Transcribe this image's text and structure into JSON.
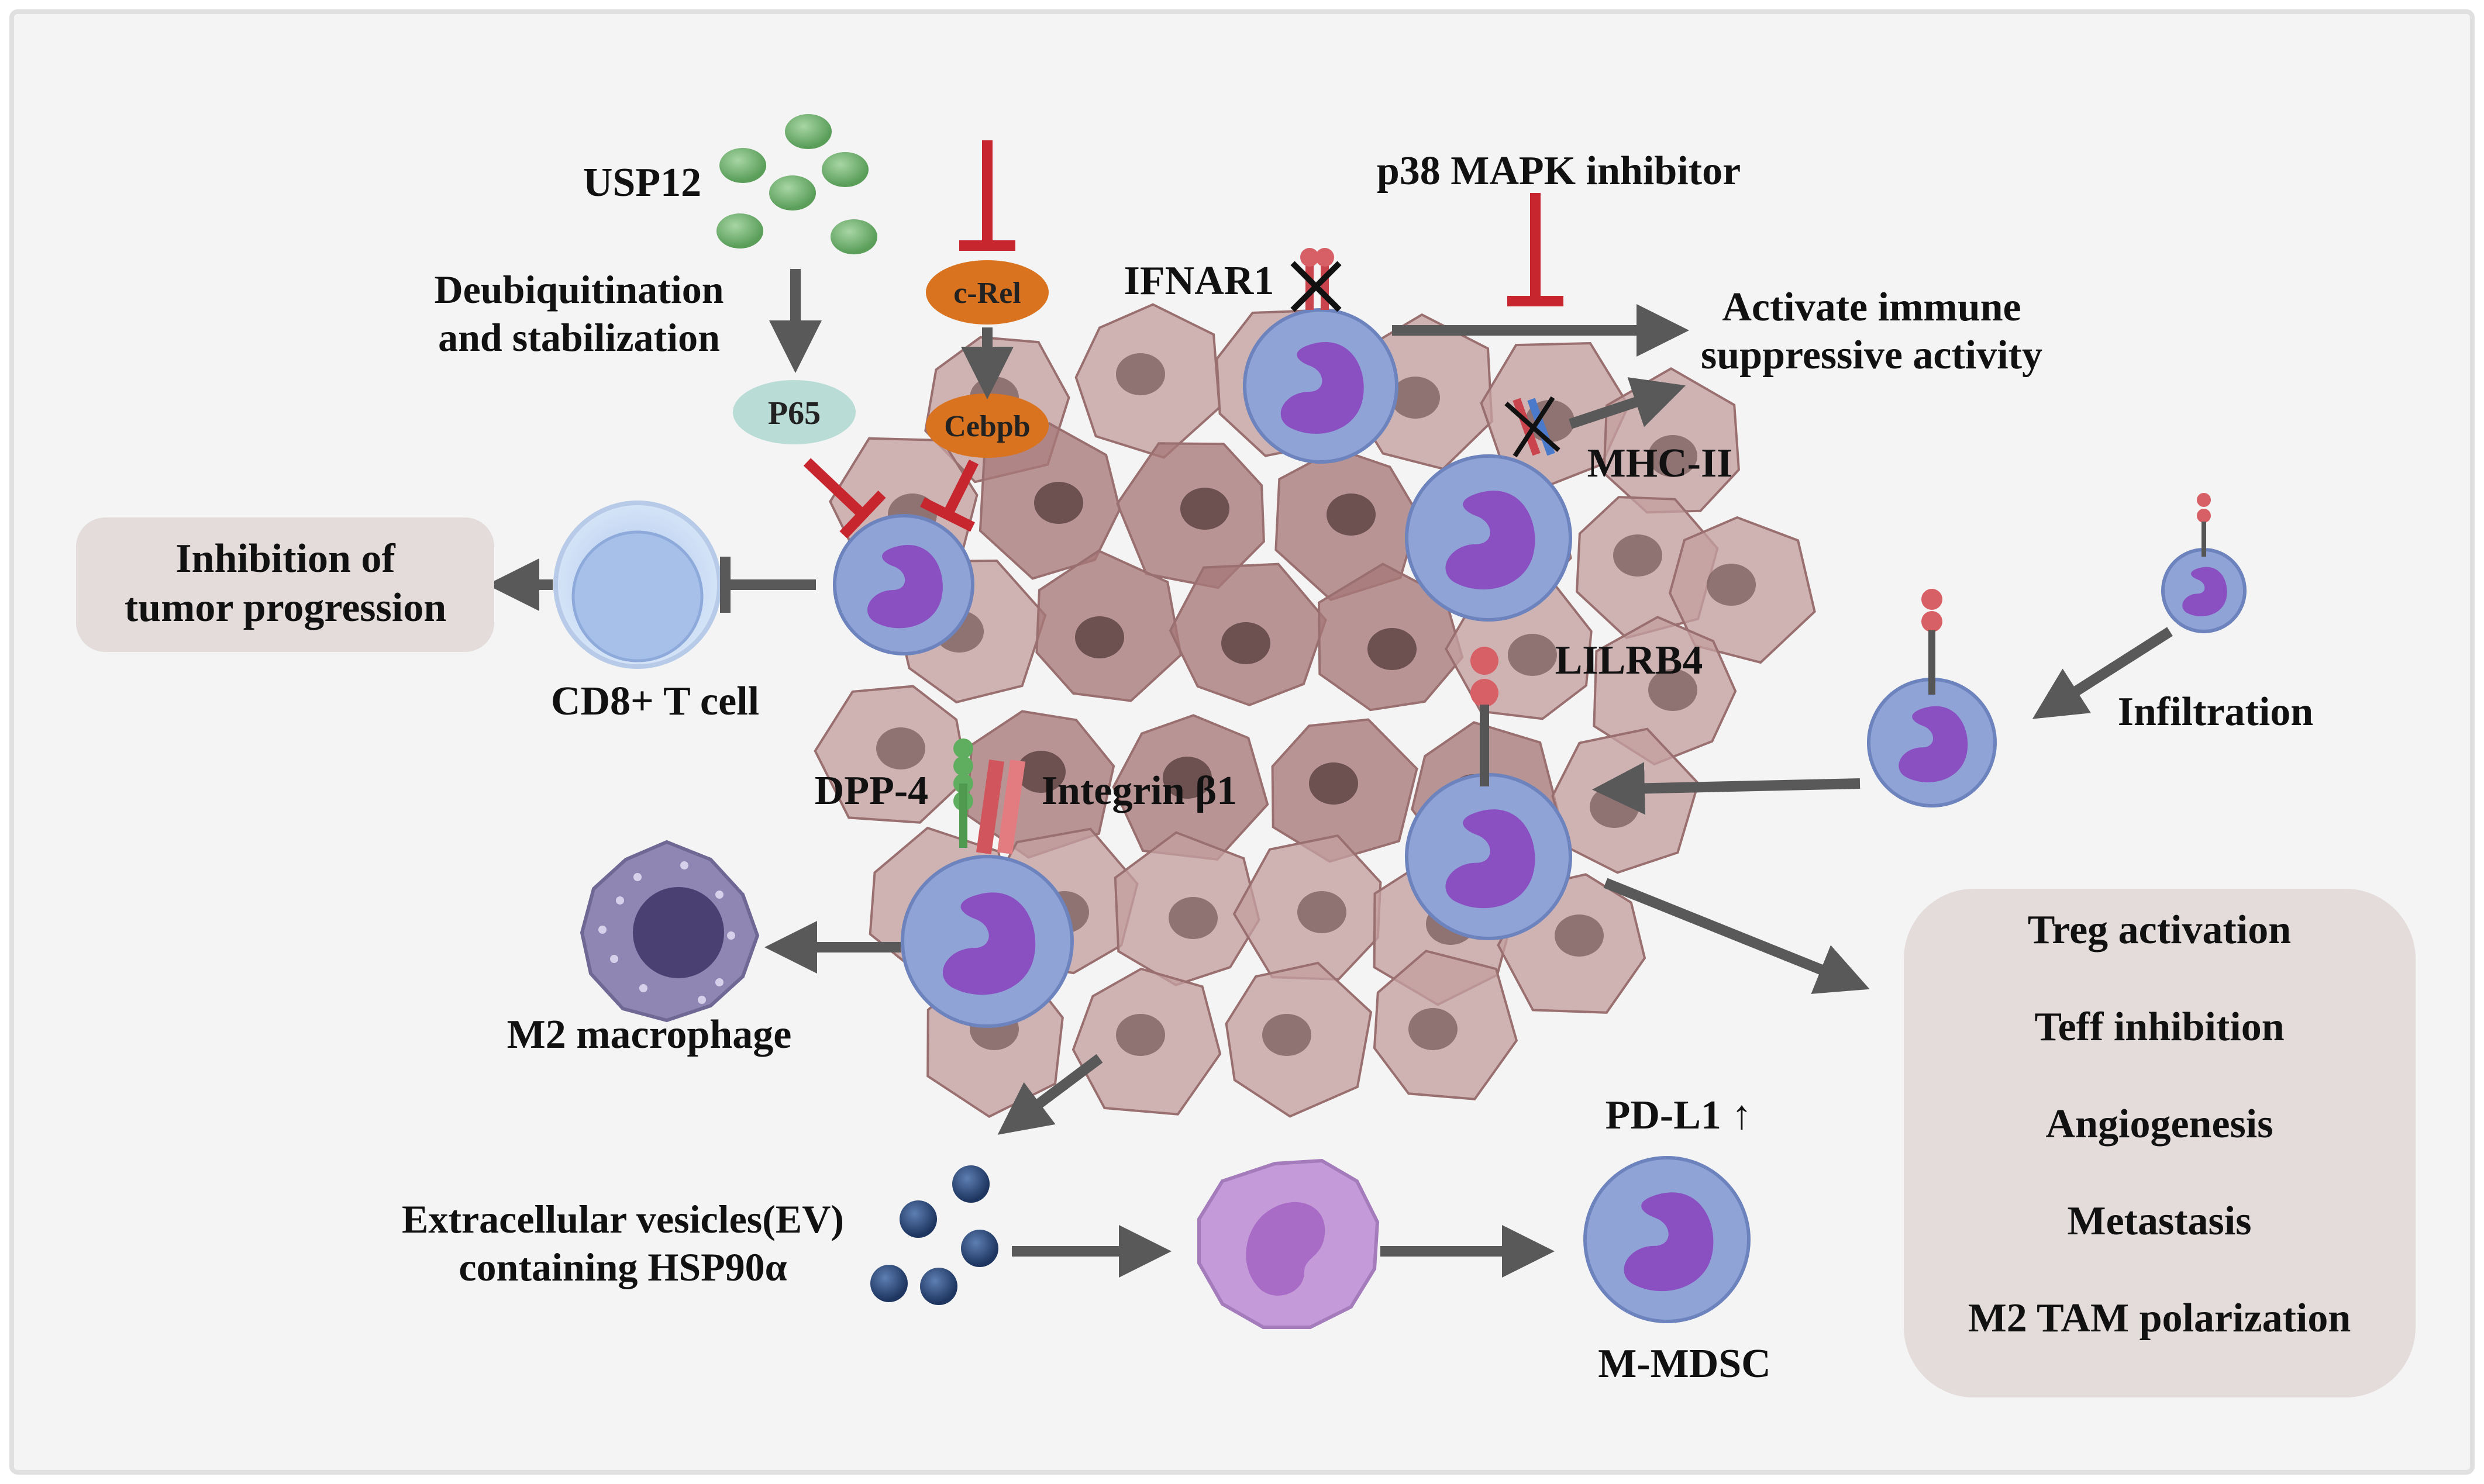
{
  "labels": {
    "usp12": "USP12",
    "deubiquitination_line1": "Deubiquitination",
    "deubiquitination_line2": "and stabilization",
    "p65": "P65",
    "c_rel": "c-Rel",
    "cebpb": "Cebpb",
    "ifnar1": "IFNAR1",
    "p38_inhibitor": "p38 MAPK inhibitor",
    "activate_line1": "Activate immune",
    "activate_line2": "suppressive activity",
    "mhc_ii": "MHC-II",
    "inhibition_line1": "Inhibition of",
    "inhibition_line2": "tumor progression",
    "cd8": "CD8+ T cell",
    "lilrb4": "LILRB4",
    "infiltration": "Infiltration",
    "dpp4": "DPP-4",
    "integrin": "Integrin β1",
    "m2_macrophage": "M2 macrophage",
    "ev_line1": "Extracellular vesicles(EV)",
    "ev_line2": "containing HSP90α",
    "pd_l1": "PD-L1 ↑",
    "m_mdsc": "M-MDSC"
  },
  "outcomes": [
    "Treg activation",
    "Teff inhibition",
    "Angiogenesis",
    "Metastasis",
    "M2 TAM polarization"
  ],
  "colors": {
    "cell_fill": "#8fa3d6",
    "nucleus": "#8a4fc0",
    "arrow": "#595959",
    "inhibitor": "#c8262e",
    "usp12_dots": "#6fae6f",
    "orange_nodes": "#d9731f",
    "ev_dots": "#2c4a78",
    "tumor": "#b88c8c",
    "panel_bg": "#e6dfdf"
  },
  "icons": {
    "usp12": "green-dots-icon",
    "ev": "blue-vesicles-icon",
    "blocked_receptor": "x-mark-icon",
    "m2": "macrophage-icon"
  }
}
